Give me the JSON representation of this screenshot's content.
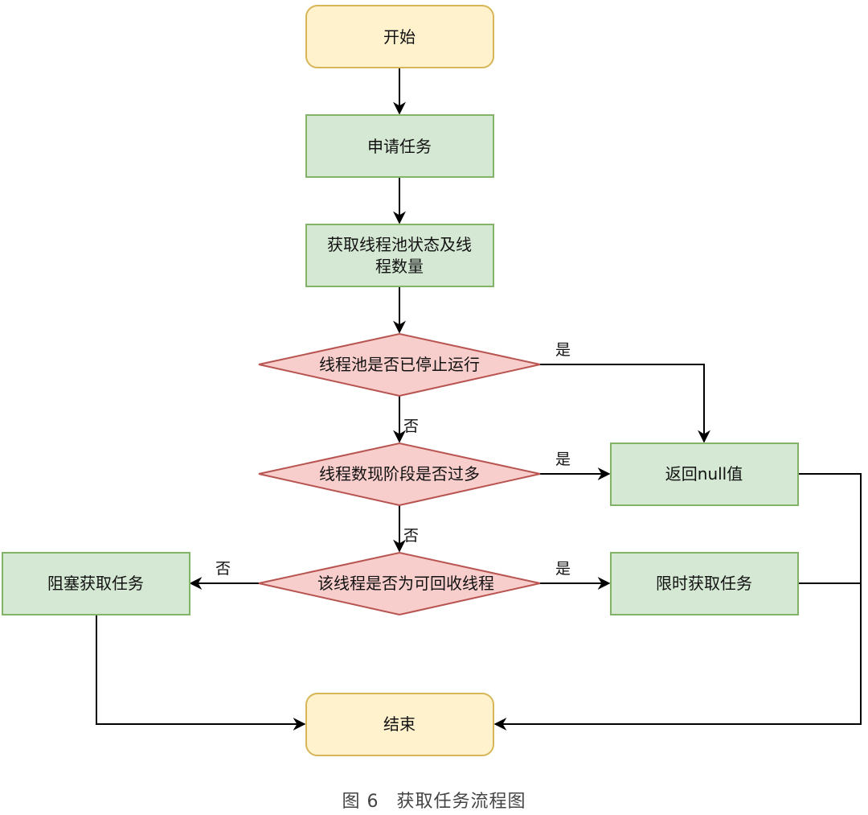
{
  "colors": {
    "terminal_fill": "#fff2cc",
    "terminal_stroke": "#d6b656",
    "process_fill": "#d5e8d4",
    "process_stroke": "#82b366",
    "decision_fill": "#f8cecc",
    "decision_stroke": "#b85450",
    "edge": "#000000"
  },
  "nodes": {
    "start": {
      "type": "terminal",
      "label": "开始"
    },
    "apply_task": {
      "type": "process",
      "label": "申请任务"
    },
    "get_pool_state": {
      "type": "process",
      "label_lines": [
        "获取线程池状态及线",
        "程数量"
      ]
    },
    "is_stopped": {
      "type": "decision",
      "label": "线程池是否已停止运行"
    },
    "too_many_threads": {
      "type": "decision",
      "label": "线程数现阶段是否过多"
    },
    "is_recyclable": {
      "type": "decision",
      "label": "该线程是否为可回收线程"
    },
    "return_null": {
      "type": "process",
      "label": "返回null值"
    },
    "timed_get": {
      "type": "process",
      "label": "限时获取任务"
    },
    "blocking_get": {
      "type": "process",
      "label": "阻塞获取任务"
    },
    "end": {
      "type": "terminal",
      "label": "结束"
    }
  },
  "edges": [
    {
      "from": "start",
      "to": "apply_task",
      "label": ""
    },
    {
      "from": "apply_task",
      "to": "get_pool_state",
      "label": ""
    },
    {
      "from": "get_pool_state",
      "to": "is_stopped",
      "label": ""
    },
    {
      "from": "is_stopped",
      "to": "return_null",
      "label": "是"
    },
    {
      "from": "is_stopped",
      "to": "too_many_threads",
      "label": "否"
    },
    {
      "from": "too_many_threads",
      "to": "return_null",
      "label": "是"
    },
    {
      "from": "too_many_threads",
      "to": "is_recyclable",
      "label": "否"
    },
    {
      "from": "is_recyclable",
      "to": "timed_get",
      "label": "是"
    },
    {
      "from": "is_recyclable",
      "to": "blocking_get",
      "label": "否"
    },
    {
      "from": "return_null",
      "to": "end",
      "label": ""
    },
    {
      "from": "timed_get",
      "to": "end",
      "label": ""
    },
    {
      "from": "blocking_get",
      "to": "end",
      "label": ""
    }
  ],
  "caption": {
    "figure": "图 6",
    "title": "获取任务流程图"
  }
}
